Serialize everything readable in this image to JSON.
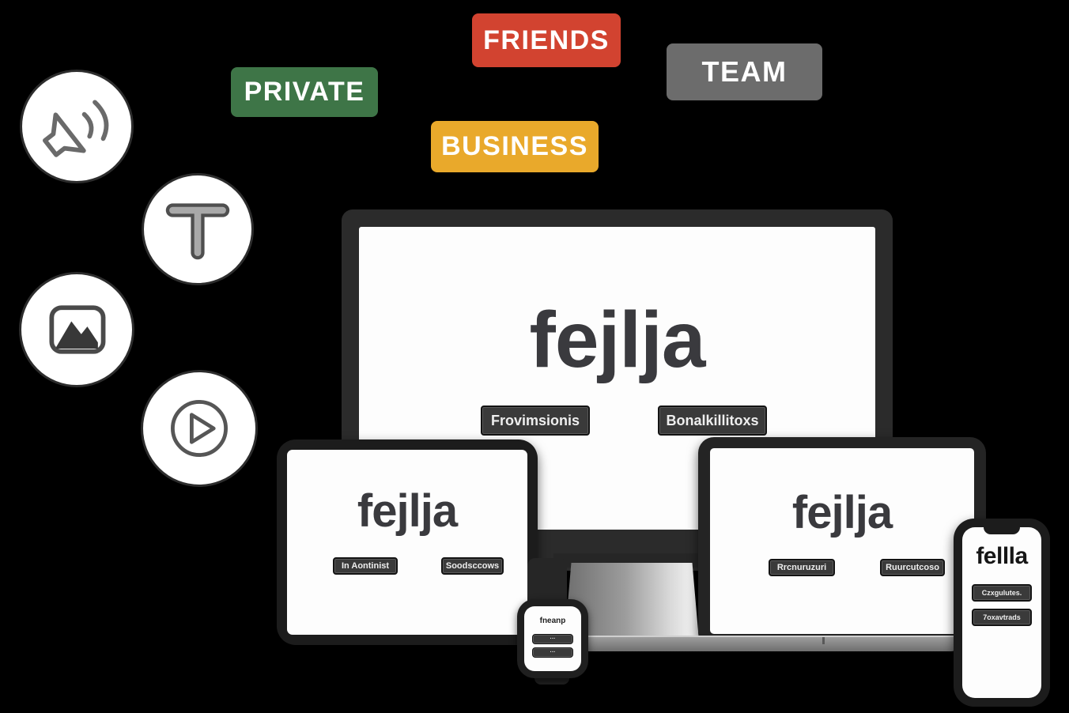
{
  "background": "#000000",
  "badges": [
    {
      "label": "FRIENDS",
      "color": "#d24330"
    },
    {
      "label": "TEAM",
      "color": "#6c6c6c"
    },
    {
      "label": "PRIVATE",
      "color": "#3e7547"
    },
    {
      "label": "BUSINESS",
      "color": "#e9a92b"
    }
  ],
  "icons": [
    {
      "name": "megaphone-icon"
    },
    {
      "name": "text-icon"
    },
    {
      "name": "image-icon"
    },
    {
      "name": "play-icon"
    }
  ],
  "devices": {
    "monitor": {
      "title": "fejlja",
      "buttons": [
        {
          "label": "Frovimsionis"
        },
        {
          "label": "Bonalkillitoxs"
        }
      ]
    },
    "tablet": {
      "title": "fejlja",
      "buttons": [
        {
          "label": "In Aontinist"
        },
        {
          "label": "Soodsccows"
        }
      ]
    },
    "laptop": {
      "title": "fejlja",
      "buttons": [
        {
          "label": "Rrcnuruzuri"
        },
        {
          "label": "Ruurcutcoso"
        }
      ]
    },
    "watch": {
      "title": "fneanp",
      "buttons": [
        {
          "label": "···"
        },
        {
          "label": "···"
        }
      ]
    },
    "phone": {
      "title": "fellla",
      "buttons": [
        {
          "label": "Czxgulutes."
        },
        {
          "label": "7oxavtrads"
        }
      ]
    }
  }
}
